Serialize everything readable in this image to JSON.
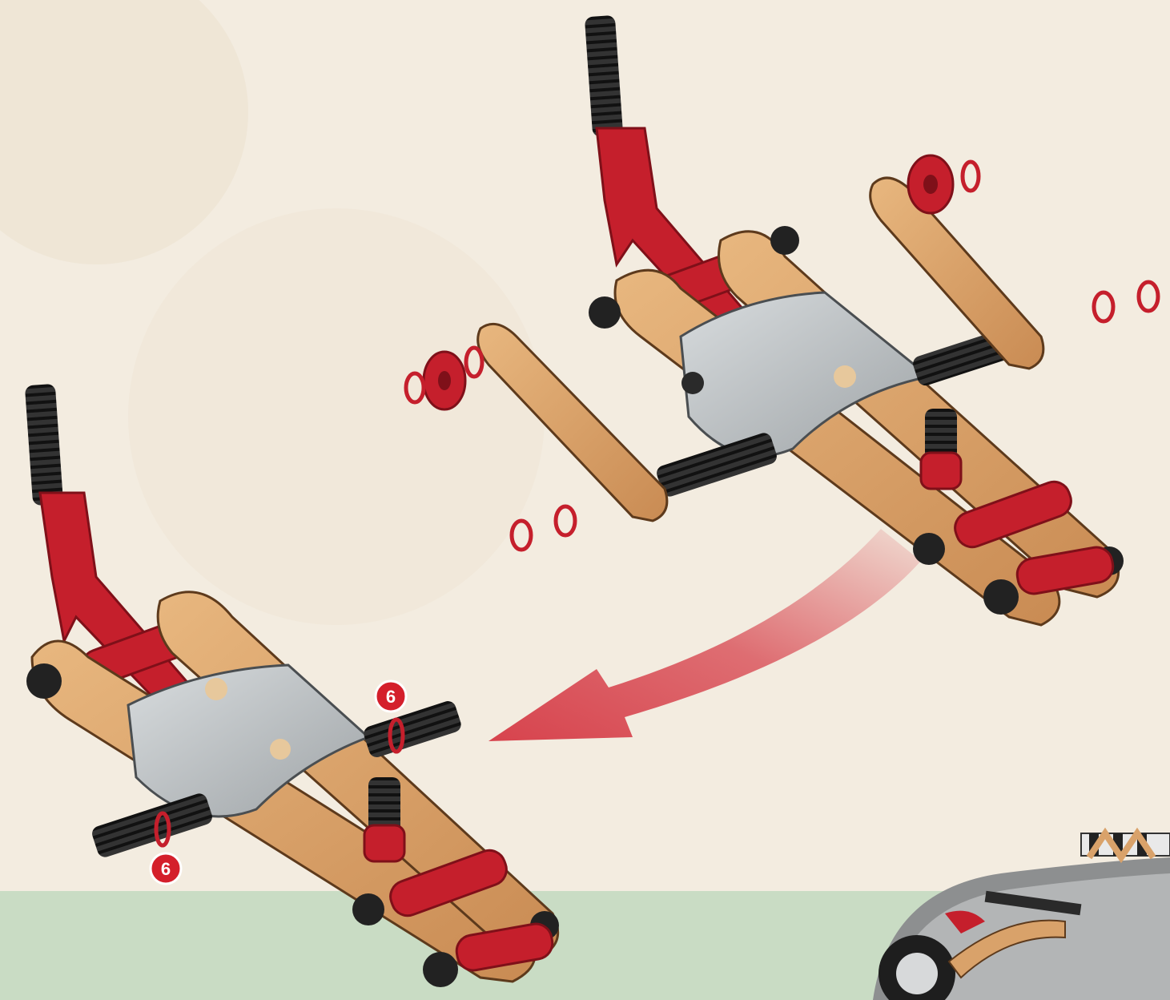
{
  "illustration": {
    "kind": "assembly-instruction",
    "description_free": true,
    "step_badges": [
      {
        "label": "6"
      },
      {
        "label": "6"
      }
    ],
    "colors": {
      "background_top": "#f3ece0",
      "background_bottom": "#c9dcc4",
      "frame_wood": "#d9a26a",
      "frame_wood_dark": "#b67a45",
      "red_part": "#c51f2c",
      "red_part_dark": "#8f1420",
      "threaded_rod": "#2a2a2a",
      "metal_plate": "#b9bdbf",
      "arrow": "#d7434d",
      "badge_fill": "#d41f2b"
    }
  }
}
